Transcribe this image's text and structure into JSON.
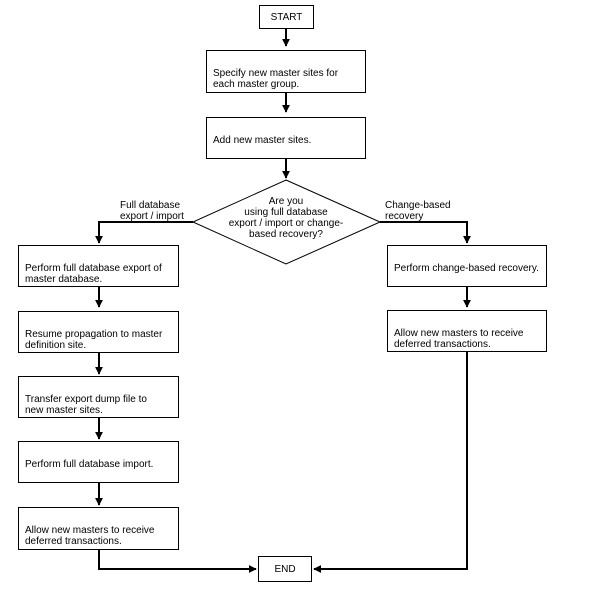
{
  "start": "START",
  "end": "END",
  "steps": {
    "specify": "Specify new master sites for\neach master group.",
    "add": "Add new master sites."
  },
  "decision": {
    "question": "Are you\nusing full database\nexport / import or change-\nbased recovery?",
    "left_label": "Full database\nexport / import",
    "right_label": "Change-based\nrecovery"
  },
  "left_branch": [
    "Perform full database export of\nmaster database.",
    "Resume propagation to master\ndefinition site.",
    "Transfer export dump file to\nnew master sites.",
    "Perform full database import.",
    "Allow new masters to receive\ndeferred transactions."
  ],
  "right_branch": [
    "Perform change-based recovery.",
    "Allow new masters to receive\ndeferred transactions."
  ]
}
